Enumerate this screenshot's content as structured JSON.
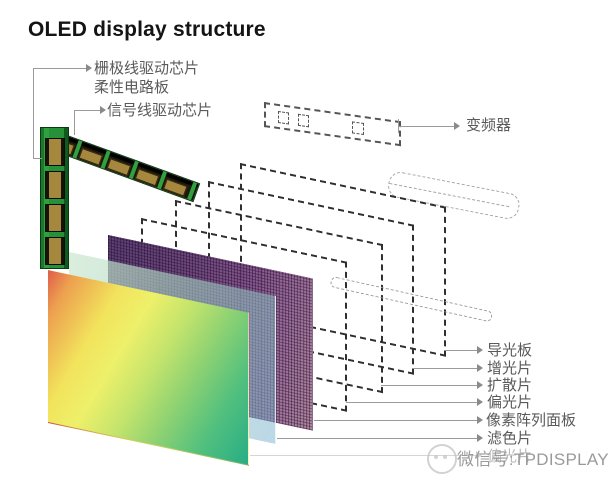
{
  "title": "OLED display structure",
  "labels": {
    "gate_driver": "栅极线驱动芯片",
    "flex_pcb": "柔性电路板",
    "signal_driver": "信号线驱动芯片",
    "inverter": "变频器",
    "light_guide_plate": "导光板",
    "brightness_film": "增光片",
    "diffuser": "扩散片",
    "polarizer_rear": "偏光片",
    "pixel_array_panel": "像素阵列面板",
    "color_filter": "滤色片",
    "polarizer_front": "偏光片"
  },
  "watermark": {
    "icon": "wechat-icon",
    "text": "微信号:TPDISPLAY"
  },
  "colors": {
    "pcb_green": "#2fa23f",
    "chip_gold": "#a5873e",
    "pixel_purple": "#7b5189",
    "front_gradient": [
      "#df5c4b",
      "#f2e35c",
      "#8fd272",
      "#27ad85"
    ],
    "leader_gray": "#999999",
    "outline_dark": "#2f2f2f",
    "label_gray": "#5a5a5a",
    "watermark_gray": "#9a9a9a"
  }
}
